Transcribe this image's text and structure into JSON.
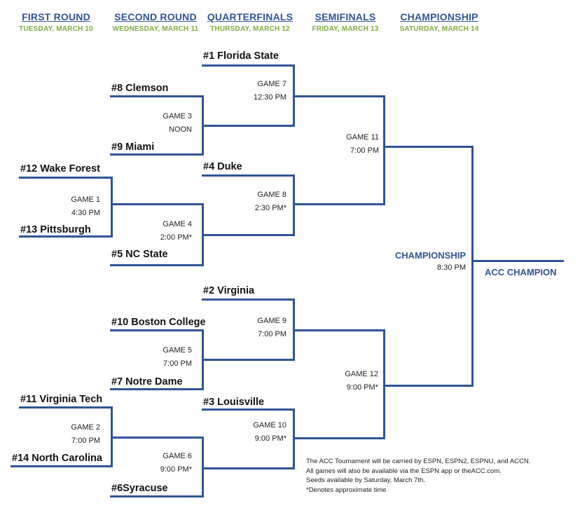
{
  "rounds": [
    {
      "title": "FIRST ROUND",
      "date": "TUESDAY, MARCH 10"
    },
    {
      "title": "SECOND ROUND",
      "date": "WEDNESDAY, MARCH 11"
    },
    {
      "title": "QUARTERFINALS",
      "date": "THURSDAY, MARCH 12"
    },
    {
      "title": "SEMIFINALS",
      "date": "FRIDAY, MARCH 13"
    },
    {
      "title": "CHAMPIONSHIP",
      "date": "SATURDAY, MARCH 14"
    }
  ],
  "teams": {
    "fsu": "#1 Florida State",
    "clemson": "#8 Clemson",
    "miami": "#9 Miami",
    "wake": "#12 Wake Forest",
    "duke": "#4 Duke",
    "pitt": "#13 Pittsburgh",
    "ncstate": "#5 NC State",
    "virginia": "#2 Virginia",
    "bc": "#10 Boston College",
    "notredame": "#7 Notre Dame",
    "vt": "#11 Virginia Tech",
    "louisville": "#3 Louisville",
    "unc": "#14 North Carolina",
    "syracuse": "#6Syracuse"
  },
  "games": {
    "g1": {
      "label": "GAME 1",
      "time": "4:30 PM"
    },
    "g2": {
      "label": "GAME 2",
      "time": "7:00 PM"
    },
    "g3": {
      "label": "GAME 3",
      "time": "NOON"
    },
    "g4": {
      "label": "GAME 4",
      "time": "2:00 PM*"
    },
    "g5": {
      "label": "GAME 5",
      "time": "7:00 PM"
    },
    "g6": {
      "label": "GAME 6",
      "time": "9:00 PM*"
    },
    "g7": {
      "label": "GAME 7",
      "time": "12:30 PM"
    },
    "g8": {
      "label": "GAME 8",
      "time": "2:30 PM*"
    },
    "g9": {
      "label": "GAME 9",
      "time": "7:00 PM"
    },
    "g10": {
      "label": "GAME 10",
      "time": "9:00 PM*"
    },
    "g11": {
      "label": "GAME 11",
      "time": "7:00 PM"
    },
    "g12": {
      "label": "GAME 12",
      "time": "9:00 PM*"
    }
  },
  "championship": {
    "label": "CHAMPIONSHIP",
    "time": "8:30 PM"
  },
  "champion": "ACC CHAMPION",
  "footnote": [
    "The ACC Tournament will be carried by ESPN, ESPN2, ESPNU, and ACCN.",
    "All games will also be available via the ESPN app or theACC.com.",
    "Seeds available by Saturday, March 7th.",
    "*Denotes approximate time"
  ],
  "colors": {
    "line": "#2f5597",
    "heading": "#2f5597",
    "date": "#7cae3d",
    "text": "#111111"
  }
}
